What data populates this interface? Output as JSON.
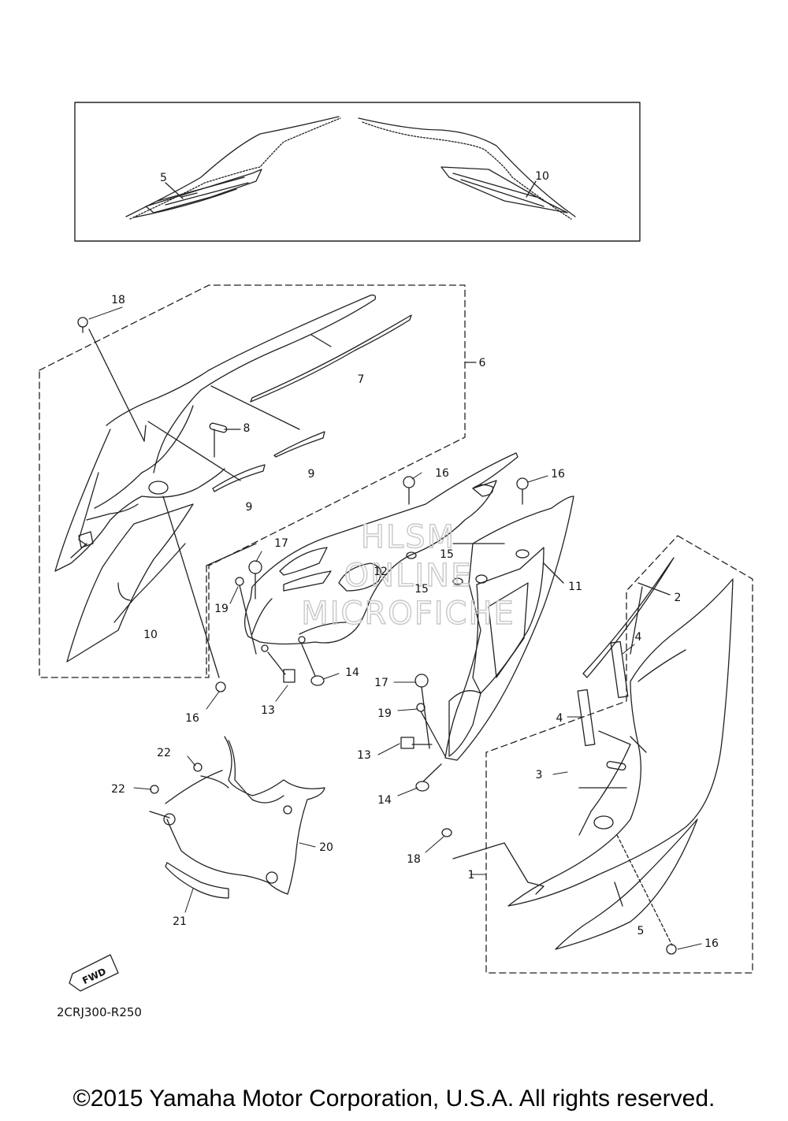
{
  "diagram_code": "2CRJ300-R250",
  "fwd_label": "FWD",
  "copyright": "©2015 Yamaha Motor Corporation, U.S.A. All rights reserved.",
  "watermark": [
    "HLSM",
    "ONLINE",
    "MICROFICHE"
  ],
  "callouts": [
    {
      "id": "c5a",
      "label": "5"
    },
    {
      "id": "c10a",
      "label": "10"
    },
    {
      "id": "c18a",
      "label": "18"
    },
    {
      "id": "c6",
      "label": "6"
    },
    {
      "id": "c7",
      "label": "7"
    },
    {
      "id": "c8",
      "label": "8"
    },
    {
      "id": "c9a",
      "label": "9"
    },
    {
      "id": "c9b",
      "label": "9"
    },
    {
      "id": "c16a",
      "label": "16"
    },
    {
      "id": "c16b",
      "label": "16"
    },
    {
      "id": "c15a",
      "label": "15"
    },
    {
      "id": "c15b",
      "label": "15"
    },
    {
      "id": "c12",
      "label": "12"
    },
    {
      "id": "c17a",
      "label": "17"
    },
    {
      "id": "c19a",
      "label": "19"
    },
    {
      "id": "c10b",
      "label": "10"
    },
    {
      "id": "c11",
      "label": "11"
    },
    {
      "id": "c2",
      "label": "2"
    },
    {
      "id": "c4a",
      "label": "4"
    },
    {
      "id": "c4b",
      "label": "4"
    },
    {
      "id": "c16c",
      "label": "16"
    },
    {
      "id": "c13a",
      "label": "13"
    },
    {
      "id": "c14a",
      "label": "14"
    },
    {
      "id": "c17b",
      "label": "17"
    },
    {
      "id": "c19b",
      "label": "19"
    },
    {
      "id": "c13b",
      "label": "13"
    },
    {
      "id": "c14b",
      "label": "14"
    },
    {
      "id": "c3",
      "label": "3"
    },
    {
      "id": "c22a",
      "label": "22"
    },
    {
      "id": "c22b",
      "label": "22"
    },
    {
      "id": "c20",
      "label": "20"
    },
    {
      "id": "c21",
      "label": "21"
    },
    {
      "id": "c18b",
      "label": "18"
    },
    {
      "id": "c1",
      "label": "1"
    },
    {
      "id": "c5b",
      "label": "5"
    },
    {
      "id": "c16d",
      "label": "16"
    }
  ]
}
